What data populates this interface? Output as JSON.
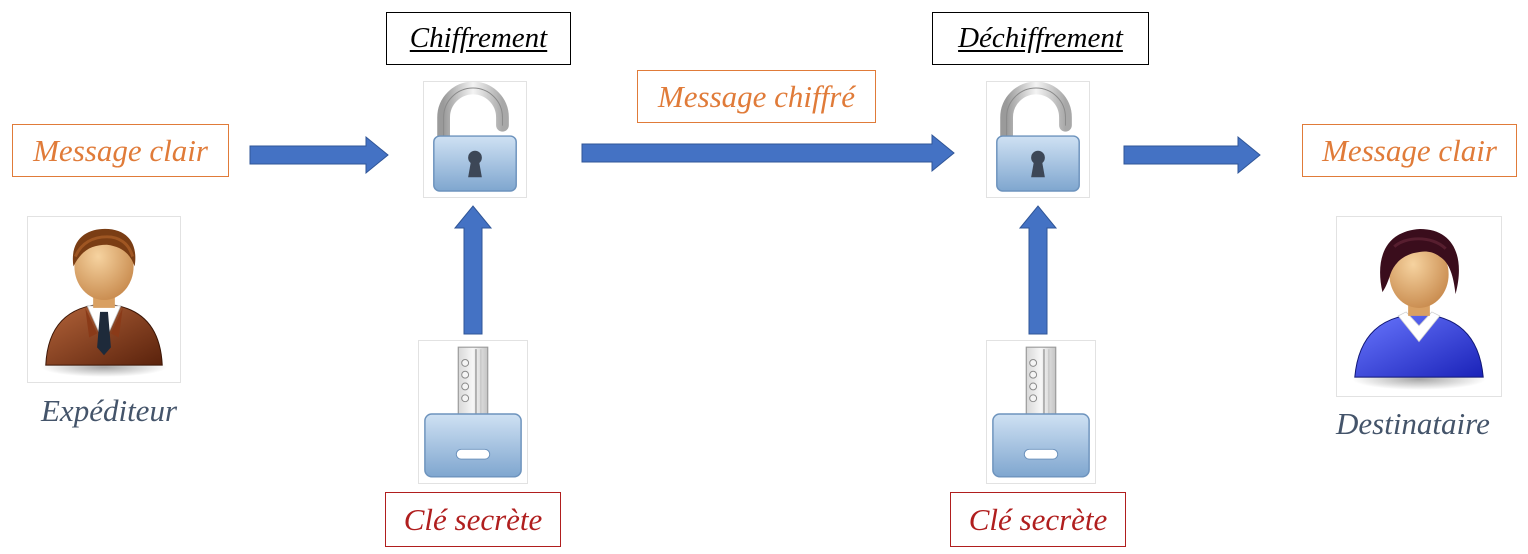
{
  "titles": {
    "encryption": "Chiffrement",
    "decryption": "Déchiffrement"
  },
  "messages": {
    "plain_left": "Message clair",
    "cipher": "Message chiffré",
    "plain_right": "Message clair"
  },
  "keys": {
    "left": "Clé secrète",
    "right": "Clé secrète"
  },
  "people": {
    "sender": "Expéditeur",
    "recipient": "Destinataire"
  },
  "icons": {
    "sender": "male-user-icon",
    "recipient": "female-user-icon",
    "lock_left": "open-padlock-icon",
    "lock_right": "open-padlock-icon",
    "key_left": "key-icon",
    "key_right": "key-icon"
  },
  "colors": {
    "arrow": "#4472c4",
    "orange": "#e07b39",
    "red": "#b01e1e",
    "person_label": "#44546a"
  }
}
